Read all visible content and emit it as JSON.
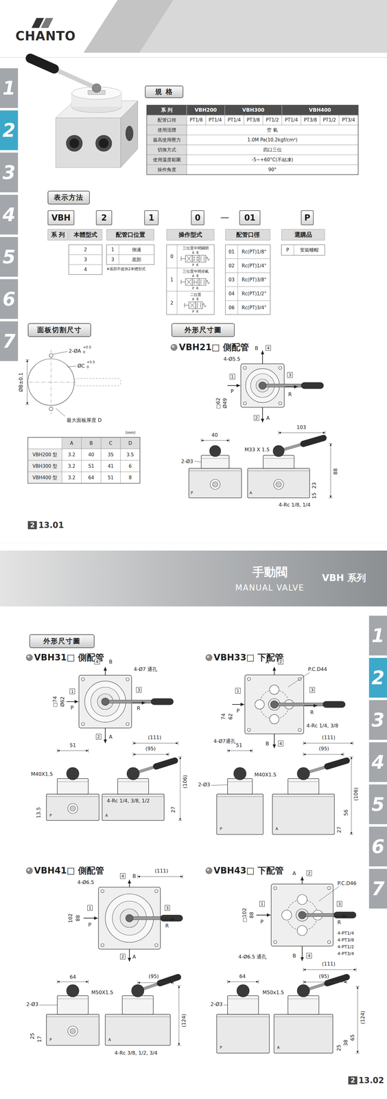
{
  "diagram": {
    "nodes": [
      {
        "text": [
          "規 格"
        ]
      },
      {
        "text": [
          "表示方法"
        ]
      },
      {
        "text": [
          "VBH"
        ]
      },
      {
        "text": [
          "2"
        ]
      },
      {
        "text": [
          "1"
        ]
      },
      {
        "text": [
          "0"
        ]
      },
      {
        "text": [
          "01"
        ]
      },
      {
        "text": [
          "P"
        ]
      },
      {
        "text": [
          "系 列"
        ]
      },
      {
        "text": [
          "本體型式"
        ]
      },
      {
        "text": [
          "配管口位置"
        ]
      },
      {
        "text": [
          "操作型式"
        ]
      },
      {
        "text": [
          "配管口徑"
        ]
      },
      {
        "text": [
          "選購品"
        ]
      },
      {
        "text": [
          "面板切割尺寸"
        ]
      },
      {
        "text": [
          "外形尺寸圖"
        ]
      },
      {
        "text": [
          "外形尺寸圖"
        ]
      }
    ],
    "labels": [
      "CHANTO",
      "1",
      "2",
      "3",
      "4",
      "5",
      "6",
      "7",
      "系 列",
      "VBH200",
      "VBH300",
      "VBH400",
      "配管口徑",
      "PT1/8",
      "PT1/4",
      "PT1/4",
      "PT3/8",
      "PT1/2",
      "PT1/4",
      "PT3/8",
      "PT1/2",
      "PT3/4",
      "使用流體",
      "空 氣",
      "最高使用壓力",
      "1.0M Pa(10.2kgf/cm²)",
      "切換方式",
      "四口三位",
      "使用溫度範圍",
      "-5~+60°C(不結凍)",
      "操作角度",
      "90°",
      "—",
      "2",
      "3",
      "4",
      "1",
      "側邊",
      "3",
      "底部",
      "※底部不提供2本體型式",
      "0",
      "三位置中間關閉",
      "A B",
      "P R",
      "1",
      "三位置中間排氣",
      "A B",
      "P R",
      "2",
      "二位置",
      "A B",
      "P R",
      "01",
      "Rc(PT)1/8\"",
      "02",
      "Rc(PT)1/4\"",
      "03",
      "Rc(PT)3/8\"",
      "04",
      "Rc(PT)1/2\"",
      "06",
      "Rc(PT)3/4\"",
      "P",
      "安裝螺帽",
      "2-ØA",
      "+0.5",
      "0",
      "ØC",
      "+0.5",
      "0",
      "ØB±0.1",
      "最大面板厚度 D",
      "(mm)",
      "A",
      "B",
      "C",
      "D",
      "VBH200 型",
      "3.2",
      "40",
      "35",
      "3.5",
      "VBH300 型",
      "3.2",
      "51",
      "41",
      "6",
      "VBH400 型",
      "3.2",
      "64",
      "51",
      "8",
      "VBH21□ 側配管",
      "4-Ø5.5",
      "B",
      "4",
      "□62",
      "Ø49",
      "1",
      "P",
      "3",
      "R",
      "2",
      "A",
      "40",
      "2-Ø3",
      "103",
      "M33 X 1.5",
      "88",
      "23",
      "15",
      "4-Rc 1/8, 1/4",
      "P",
      "A",
      "2",
      "13.01",
      "手動閥",
      "MANUAL VALVE",
      "VBH 系列",
      "1",
      "2",
      "3",
      "4",
      "5",
      "6",
      "7",
      "VBH31□ 側配管",
      "VBH33□ 下配管",
      "4",
      "B",
      "4-Ø7 通孔",
      "□74",
      "Ø62",
      "1",
      "P",
      "3",
      "R",
      "2",
      "A",
      "51",
      "M40X1.5",
      "(111)",
      "(95)",
      "(106)",
      "4-Rc 1/4, 3/8, 1/2",
      "13.5",
      "27",
      "P",
      "A",
      "A",
      "2",
      "P.C.D44",
      "74",
      "62",
      "1",
      "P",
      "3",
      "R",
      "4-Rc 1/4, 3/8",
      "B",
      "4",
      "4-Ø7通孔",
      "51",
      "2-Ø3",
      "M40X1.5",
      "(111)",
      "(95)",
      "(106)",
      "56",
      "27",
      "P",
      "A",
      "VBH41□ 側配管",
      "VBH43□ 下配管",
      "4-Ø6.5",
      "4",
      "B",
      "(111)",
      "102",
      "88",
      "1",
      "P",
      "3",
      "R",
      "2",
      "A",
      "64",
      "2-Ø3",
      "(95)",
      "M50X1.5",
      "(124)",
      "25",
      "17",
      "4-Rc 3/8, 1/2, 3/4",
      "P",
      "A",
      "A",
      "2",
      "P.C.D46",
      "□102",
      "88",
      "1",
      "P",
      "3",
      "R",
      "4-PT1/4",
      "4-PT3/8",
      "4-PT1/2",
      "4-PT3/4",
      "B",
      "4",
      "4-Ø6.5 通孔",
      "64",
      "2-Ø3",
      "(111)",
      "(95)",
      "M50x1.5",
      "(124)",
      "65",
      "38",
      "25",
      "P",
      "A",
      "2",
      "13.02"
    ]
  }
}
